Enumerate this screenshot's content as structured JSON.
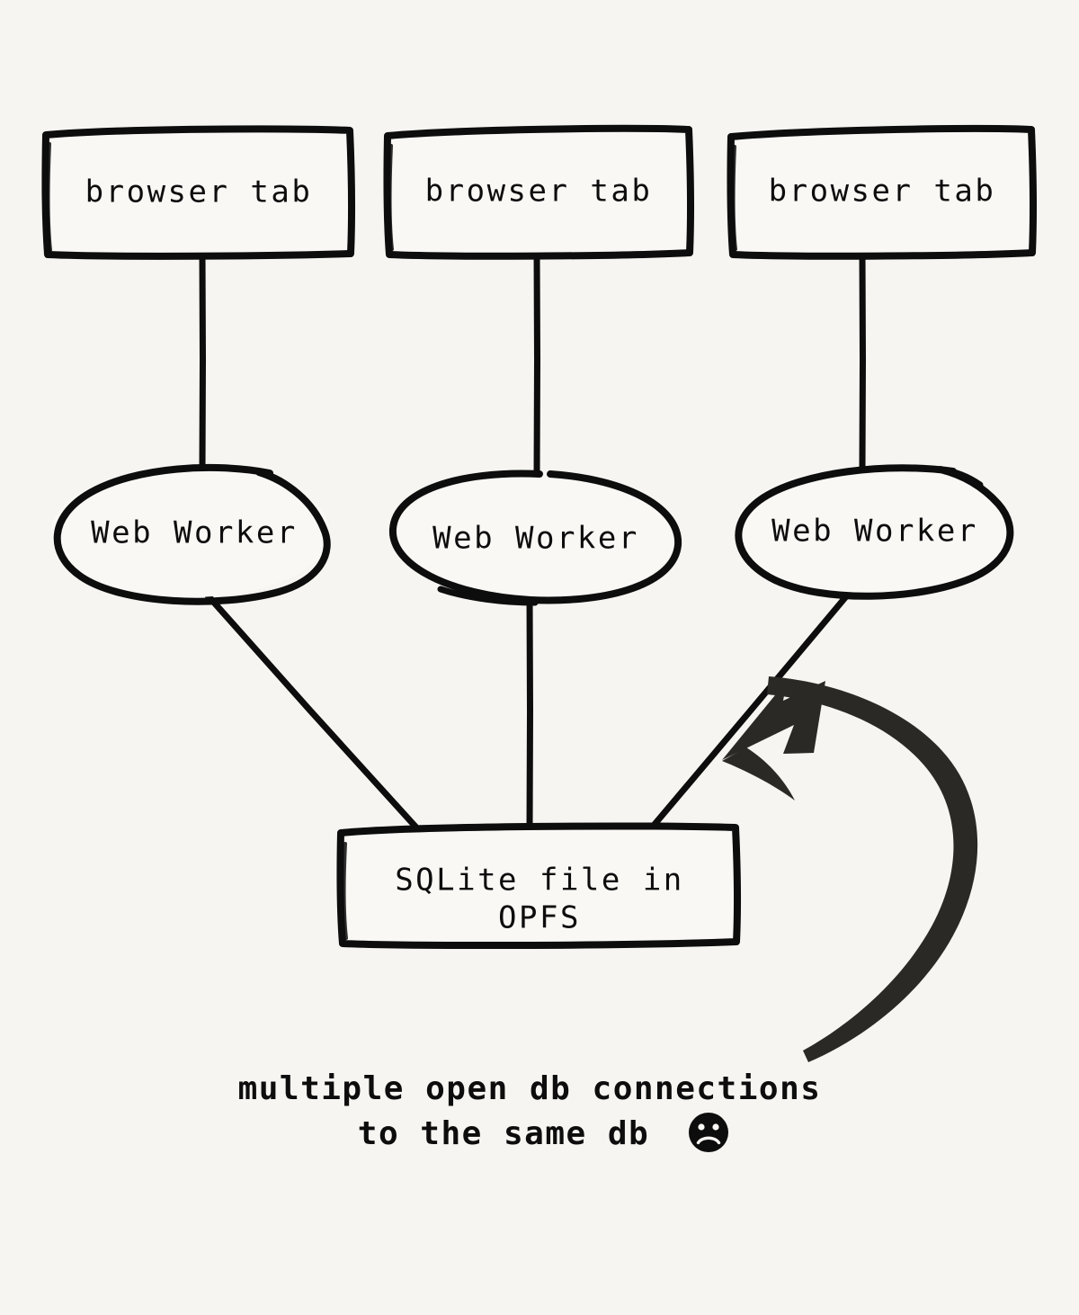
{
  "diagram": {
    "title": "Multiple browser tabs with web workers opening the same SQLite file in OPFS",
    "background_color": "#f7f5f1",
    "ink_color": "#0d0d0d",
    "arrow_color": "#2b2926",
    "style": "hand-drawn sketch",
    "tabs": [
      {
        "label": "browser tab"
      },
      {
        "label": "browser tab"
      },
      {
        "label": "browser tab"
      }
    ],
    "workers": [
      {
        "label": "Web Worker"
      },
      {
        "label": "Web Worker"
      },
      {
        "label": "Web Worker"
      }
    ],
    "storage": {
      "label_line1": "SQLite file in",
      "label_line2": "OPFS"
    },
    "caption": {
      "line1": "multiple open db connections",
      "line2": "to the same db",
      "emoji": "frowning-face"
    },
    "edges": [
      {
        "from": "browser tab 1",
        "to": "Web Worker 1"
      },
      {
        "from": "browser tab 2",
        "to": "Web Worker 2"
      },
      {
        "from": "browser tab 3",
        "to": "Web Worker 3"
      },
      {
        "from": "Web Worker 1",
        "to": "SQLite file in OPFS"
      },
      {
        "from": "Web Worker 2",
        "to": "SQLite file in OPFS"
      },
      {
        "from": "Web Worker 3",
        "to": "SQLite file in OPFS"
      },
      {
        "from": "caption",
        "to": "Web Worker 3 connection",
        "kind": "curved annotation arrow"
      }
    ]
  }
}
